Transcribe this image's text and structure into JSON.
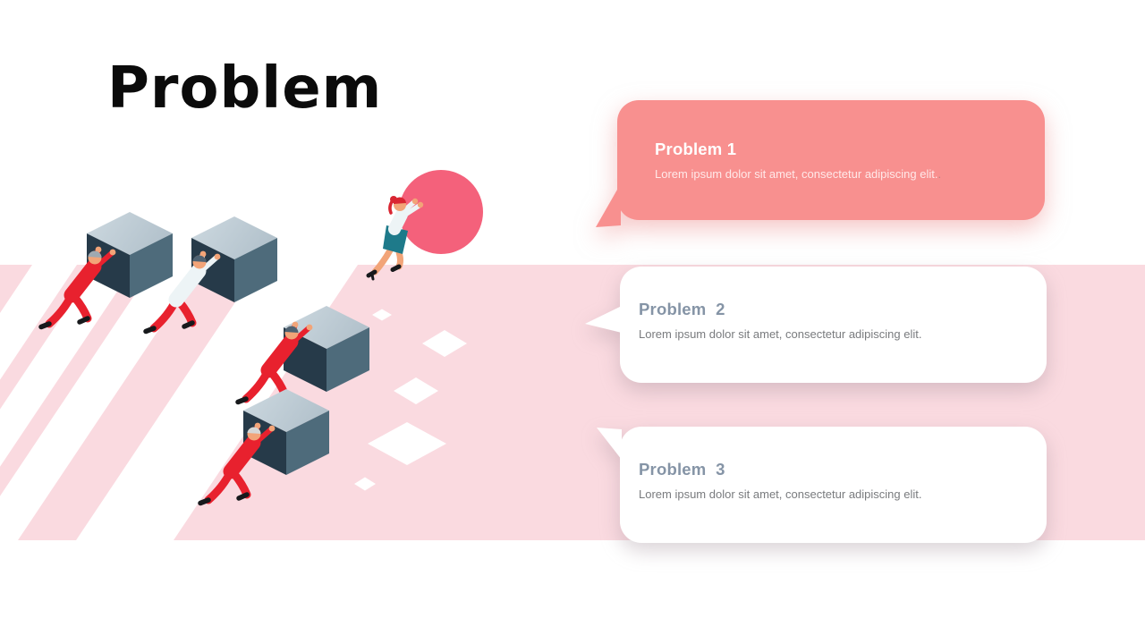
{
  "slide": {
    "title": "Problem",
    "background": "#FFFFFF",
    "band_color": "#FADAE0"
  },
  "cards": [
    {
      "title": "Problem 1",
      "body": "Lorem ipsum dolor sit amet, consectetur adipiscing elit.",
      "suffix": ".",
      "variant": "pink",
      "bg": "#F8908F",
      "title_color": "#FFFFFF",
      "body_color": "#FFE9E9"
    },
    {
      "title": "Problem  2",
      "body": "Lorem ipsum dolor sit amet, consectetur adipiscing elit.",
      "suffix": "",
      "variant": "white",
      "bg": "#FFFFFF",
      "title_color": "#8594A6",
      "body_color": "#797B7E"
    },
    {
      "title": "Problem  3",
      "body": "Lorem ipsum dolor sit amet, consectetur adipiscing elit.",
      "suffix": "",
      "variant": "white",
      "bg": "#FFFFFF",
      "title_color": "#8594A6",
      "body_color": "#797B7E"
    }
  ],
  "illustration": {
    "description": "Isometric illustration: four workers in red push heavy grey cubes along striped lanes while a woman effortlessly rolls a large pink ball ahead of them",
    "cube_count": 4,
    "figures": [
      "man-pushing-cube-red-suit",
      "man-pushing-cube-white-shirt",
      "man-pushing-cube-red-suit",
      "woman-pushing-cube-red-suit",
      "woman-rolling-ball"
    ],
    "colors": {
      "ball": "#F4617B",
      "cube_top": "#C9D5DC",
      "cube_left": "#263A49",
      "cube_right": "#4E6B7B",
      "suit_red": "#E8212E",
      "band_pink": "#FADAE0",
      "diamond": "#FFFFFF",
      "skin": "#F2A478"
    }
  }
}
